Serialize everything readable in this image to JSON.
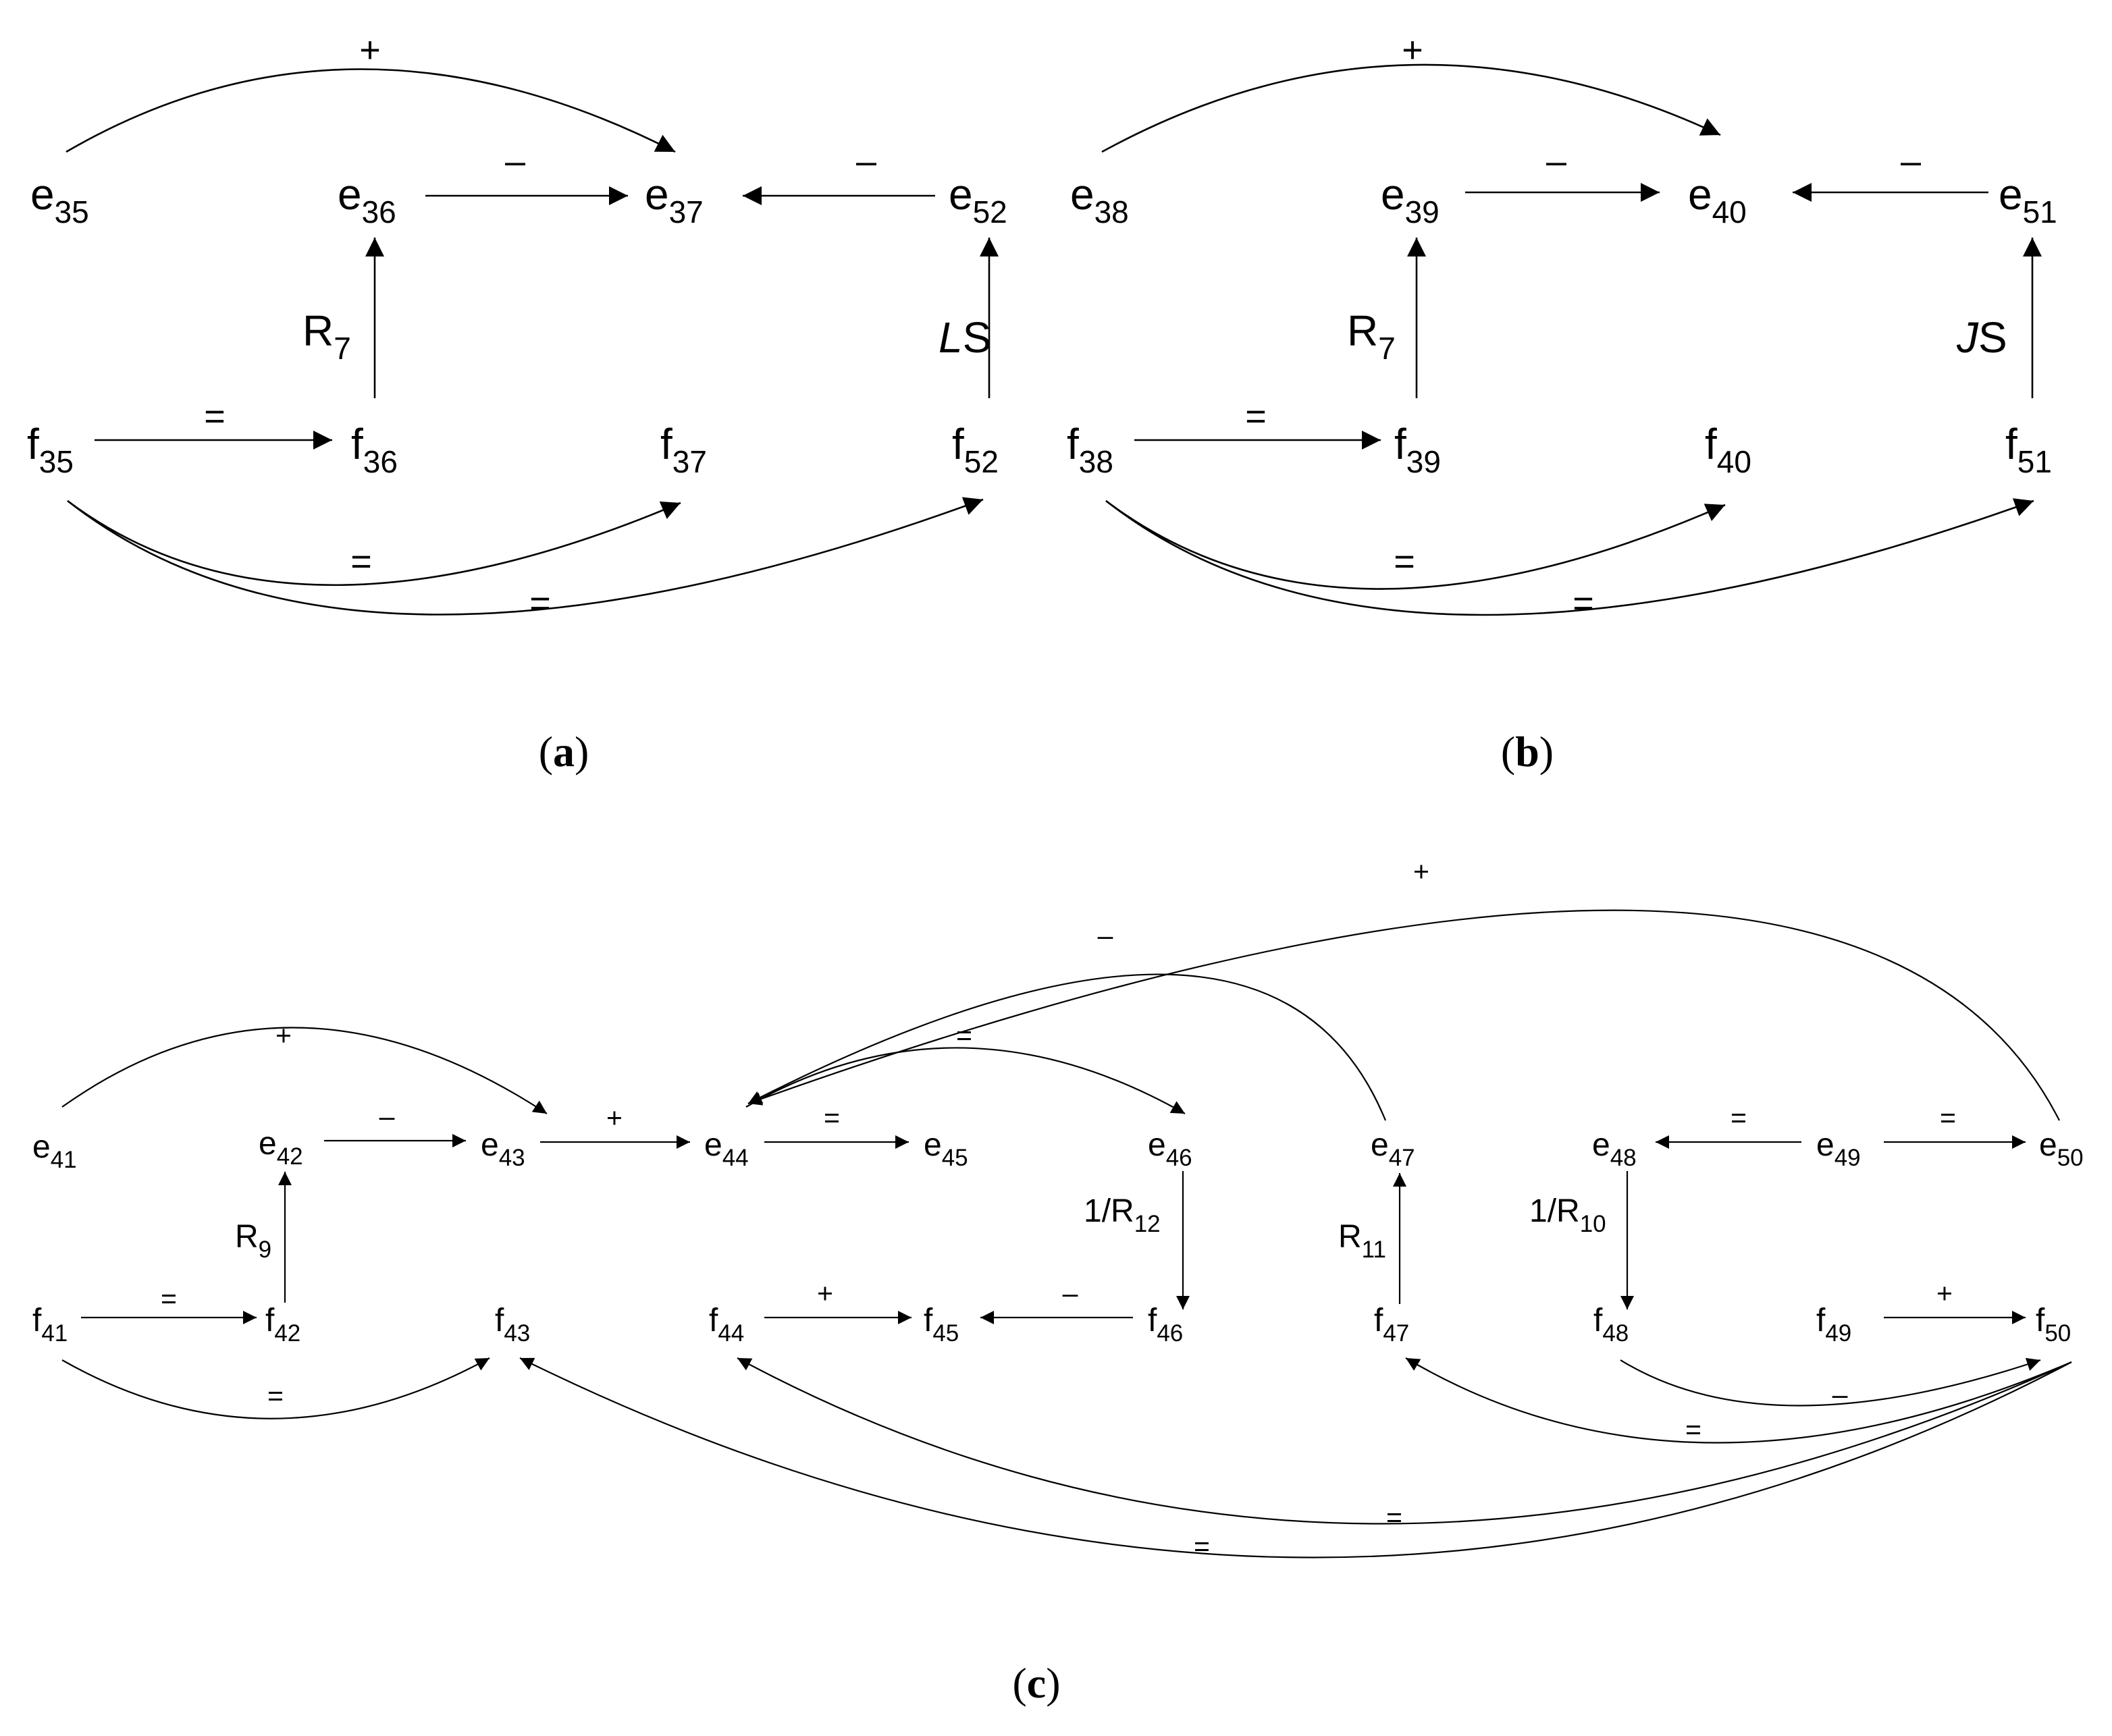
{
  "panels": {
    "a": {
      "caption": "a",
      "nodes": {
        "e35": {
          "base": "e",
          "sub": "35"
        },
        "e36": {
          "base": "e",
          "sub": "36"
        },
        "e37": {
          "base": "e",
          "sub": "37"
        },
        "e52": {
          "base": "e",
          "sub": "52"
        },
        "f35": {
          "base": "f",
          "sub": "35"
        },
        "f36": {
          "base": "f",
          "sub": "36"
        },
        "f37": {
          "base": "f",
          "sub": "37"
        },
        "f52": {
          "base": "f",
          "sub": "52"
        }
      },
      "edges": [
        {
          "from": "e35",
          "to": "e37",
          "label": "+"
        },
        {
          "from": "e36",
          "to": "e37",
          "label": "–"
        },
        {
          "from": "e52",
          "to": "e37",
          "label": "–"
        },
        {
          "from": "f36",
          "to": "e36",
          "label": "R",
          "label_sub": "7"
        },
        {
          "from": "f52",
          "to": "e52",
          "label": "LS"
        },
        {
          "from": "f35",
          "to": "f36",
          "label": "="
        },
        {
          "from": "f35",
          "to": "f37",
          "label": "="
        },
        {
          "from": "f35",
          "to": "f52",
          "label": "="
        }
      ]
    },
    "b": {
      "caption": "b",
      "nodes": {
        "e38": {
          "base": "e",
          "sub": "38"
        },
        "e39": {
          "base": "e",
          "sub": "39"
        },
        "e40": {
          "base": "e",
          "sub": "40"
        },
        "e51": {
          "base": "e",
          "sub": "51"
        },
        "f38": {
          "base": "f",
          "sub": "38"
        },
        "f39": {
          "base": "f",
          "sub": "39"
        },
        "f40": {
          "base": "f",
          "sub": "40"
        },
        "f51": {
          "base": "f",
          "sub": "51"
        }
      },
      "edges": [
        {
          "from": "e38",
          "to": "e40",
          "label": "+"
        },
        {
          "from": "e39",
          "to": "e40",
          "label": "–"
        },
        {
          "from": "e51",
          "to": "e40",
          "label": "–"
        },
        {
          "from": "f39",
          "to": "e39",
          "label": "R",
          "label_sub": "7"
        },
        {
          "from": "f51",
          "to": "e51",
          "label": "JS"
        },
        {
          "from": "f38",
          "to": "f39",
          "label": "="
        },
        {
          "from": "f38",
          "to": "f40",
          "label": "="
        },
        {
          "from": "f38",
          "to": "f51",
          "label": "="
        }
      ]
    },
    "c": {
      "caption": "c",
      "nodes": {
        "e41": {
          "base": "e",
          "sub": "41"
        },
        "e42": {
          "base": "e",
          "sub": "42"
        },
        "e43": {
          "base": "e",
          "sub": "43"
        },
        "e44": {
          "base": "e",
          "sub": "44"
        },
        "e45": {
          "base": "e",
          "sub": "45"
        },
        "e46": {
          "base": "e",
          "sub": "46"
        },
        "e47": {
          "base": "e",
          "sub": "47"
        },
        "e48": {
          "base": "e",
          "sub": "48"
        },
        "e49": {
          "base": "e",
          "sub": "49"
        },
        "e50": {
          "base": "e",
          "sub": "50"
        },
        "f41": {
          "base": "f",
          "sub": "41"
        },
        "f42": {
          "base": "f",
          "sub": "42"
        },
        "f43": {
          "base": "f",
          "sub": "43"
        },
        "f44": {
          "base": "f",
          "sub": "44"
        },
        "f45": {
          "base": "f",
          "sub": "45"
        },
        "f46": {
          "base": "f",
          "sub": "46"
        },
        "f47": {
          "base": "f",
          "sub": "47"
        },
        "f48": {
          "base": "f",
          "sub": "48"
        },
        "f49": {
          "base": "f",
          "sub": "49"
        },
        "f50": {
          "base": "f",
          "sub": "50"
        }
      },
      "edges": [
        {
          "from": "e41",
          "to": "e43",
          "label": "+"
        },
        {
          "from": "e42",
          "to": "e43",
          "label": "–"
        },
        {
          "from": "e43",
          "to": "e44",
          "label": "+"
        },
        {
          "from": "e44",
          "to": "e45",
          "label": "="
        },
        {
          "from": "e44",
          "to": "e46",
          "label": "="
        },
        {
          "from": "e47",
          "to": "e44",
          "label": "–"
        },
        {
          "from": "e50",
          "to": "e44",
          "label": "+"
        },
        {
          "from": "e49",
          "to": "e48",
          "label": "="
        },
        {
          "from": "e49",
          "to": "e50",
          "label": "="
        },
        {
          "from": "f42",
          "to": "e42",
          "label": "R",
          "label_sub": "9"
        },
        {
          "from": "e46",
          "to": "f46",
          "label": "1/R",
          "label_sub": "12"
        },
        {
          "from": "f47",
          "to": "e47",
          "label": "R",
          "label_sub": "11"
        },
        {
          "from": "e48",
          "to": "f48",
          "label": "1/R",
          "label_sub": "10"
        },
        {
          "from": "f41",
          "to": "f42",
          "label": "="
        },
        {
          "from": "f41",
          "to": "f43",
          "label": "="
        },
        {
          "from": "f44",
          "to": "f45",
          "label": "+"
        },
        {
          "from": "f46",
          "to": "f45",
          "label": "–"
        },
        {
          "from": "f49",
          "to": "f50",
          "label": "+"
        },
        {
          "from": "f48",
          "to": "f50",
          "label": "–"
        },
        {
          "from": "f50",
          "to": "f47",
          "label": "="
        },
        {
          "from": "f50",
          "to": "f44",
          "label": "="
        },
        {
          "from": "f50",
          "to": "f43",
          "label": "="
        }
      ]
    }
  }
}
